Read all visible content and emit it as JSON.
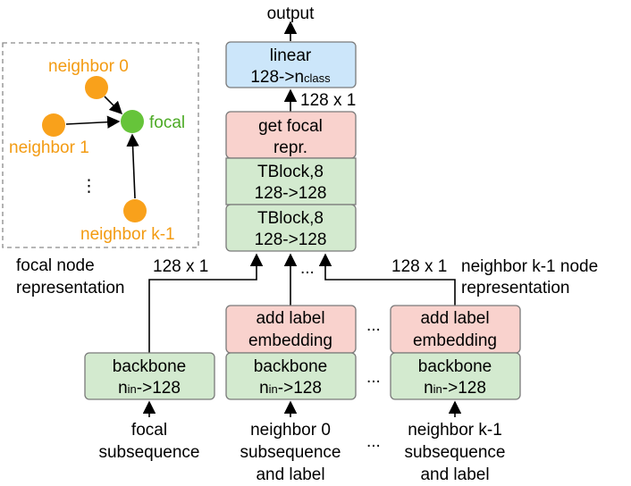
{
  "colors": {
    "blue_fill": "#cce6fa",
    "red_fill": "#f9d2cd",
    "green_fill": "#d3eacf",
    "node_orange": "#f9a11b",
    "node_green": "#66c43a",
    "label_orange": "#f39b12",
    "label_green": "#4caa25",
    "box_border": "#7a7a7a"
  },
  "inset": {
    "neighbor0": "neighbor 0",
    "neighbor1": "neighbor 1",
    "neighbork1": "neighbor k-1",
    "focal": "focal",
    "dots": "⋮"
  },
  "top": {
    "output": "output",
    "linear_line1": "linear",
    "linear_line2_main": "128->n",
    "linear_line2_sub": "class",
    "dim_128x1": "128 x 1"
  },
  "stack": {
    "get_focal_line1": "get focal",
    "get_focal_line2": "repr.",
    "tblock1_line1": "TBlock,8",
    "tblock1_line2": "128->128",
    "tblock2_line1": "TBlock,8",
    "tblock2_line2": "128->128"
  },
  "middle": {
    "focal_rep_line1": "focal node",
    "focal_rep_line2": "representation",
    "dim_left": "128 x 1",
    "dots_center": "...",
    "dim_right": "128 x 1",
    "neighbor_rep_line1": "neighbor k-1 node",
    "neighbor_rep_line2": "representation"
  },
  "bottom": {
    "focal_backbone_line1": "backbone",
    "focal_backbone_n": "n",
    "focal_backbone_sub": "in",
    "focal_backbone_rest": "->128",
    "n0_add_line1": "add label",
    "n0_add_line2": "embedding",
    "n0_backbone_line1": "backbone",
    "n0_backbone_n": "n",
    "n0_backbone_sub": "in",
    "n0_backbone_rest": "->128",
    "nk_add_line1": "add label",
    "nk_add_line2": "embedding",
    "nk_backbone_line1": "backbone",
    "nk_backbone_n": "n",
    "nk_backbone_sub": "in",
    "nk_backbone_rest": "->128",
    "dots_between": "...",
    "focal_in_line1": "focal",
    "focal_in_line2": "subsequence",
    "n0_in_line1": "neighbor 0",
    "n0_in_line2": "subsequence",
    "n0_in_line3": "and label",
    "nk_in_line1": "neighbor k-1",
    "nk_in_line2": "subsequence",
    "nk_in_line3": "and label"
  }
}
